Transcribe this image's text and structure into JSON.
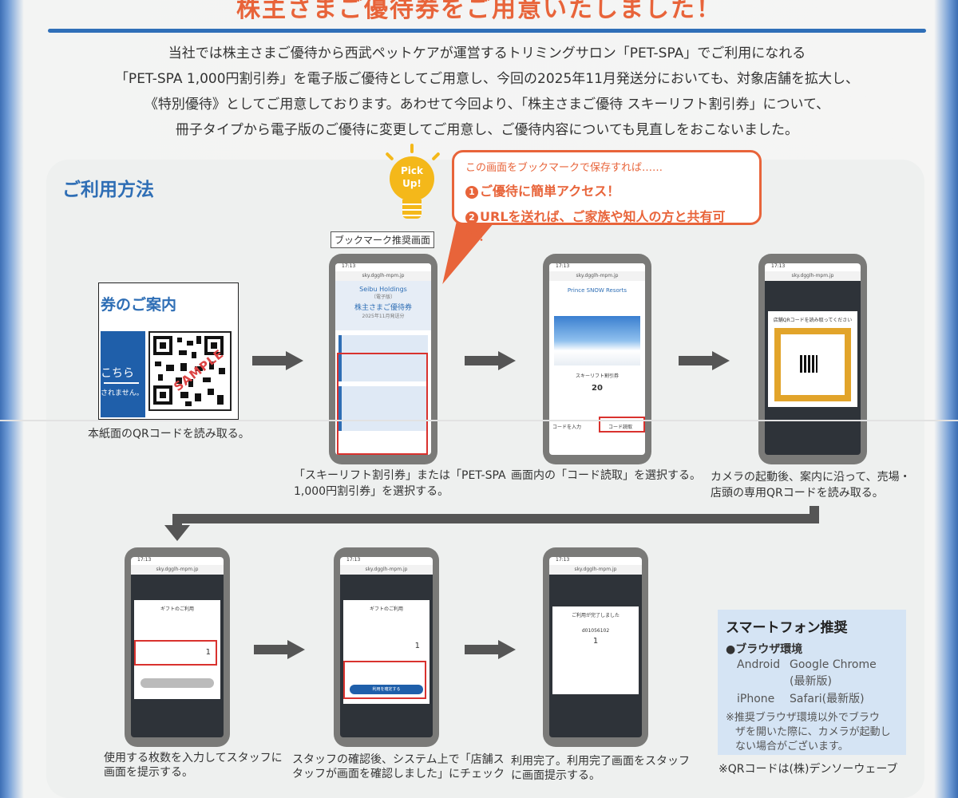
{
  "header": {
    "headline": "株主さまご優待券をご用意いたしました！"
  },
  "intro": {
    "lines": [
      "当社では株主さまご優待から西武ペットケアが運営するトリミングサロン「PET-SPA」でご利用になれる",
      "「PET-SPA 1,000円割引券」を電子版ご優待としてご用意し、今回の2025年11月発送分においても、対象店舗を拡大し、",
      "《特別優待》としてご用意しております。あわせて今回より、「株主さまご優待 スキーリフト割引券」について、",
      "冊子タイプから電子版のご優待に変更してご用意し、ご優待内容についても見直しをおこないました。"
    ]
  },
  "usage": {
    "title": "ご利用方法",
    "pickup": {
      "line1": "Pick",
      "line2": "Up!"
    },
    "callout": {
      "intro": "この画面をブックマークで保存すれば……",
      "point1_num": "1",
      "point1": "ご優待に簡単アクセス！",
      "point2_num": "2",
      "point2": "URLを送れば、ご家族や知人の方と共有可能！"
    },
    "bookmark_label": "ブックマーク推奨画面"
  },
  "qr_card": {
    "title": "券のご案内",
    "side_text_1": "こちら",
    "side_text_2": "されません。",
    "sample": "SAMPLE"
  },
  "phones": {
    "url": "sky.dgglh-mpm.jp",
    "time": "17:13",
    "p1": {
      "brand": "Seibu Holdings",
      "sub": "〔電子版〕",
      "title": "株主さまご優待券",
      "date": "2025年11月発送分"
    },
    "p2": {
      "brand": "Prince SNOW Resorts",
      "ticket": "スキーリフト割引券",
      "count": "20",
      "code_btn": "コード読取",
      "input_btn": "コードを入力"
    },
    "p3": {
      "label": "店舗QRコードを読み取ってください"
    },
    "p4": {
      "title": "ギフトのご利用",
      "qty": "1"
    },
    "p5": {
      "title": "ギフトのご利用",
      "qty": "1",
      "btn": "利用を確定する"
    },
    "p6": {
      "title": "ご利用が完了しました",
      "id": "d01056102",
      "qty": "1"
    }
  },
  "steps": [
    {
      "caption": "本紙面のQRコードを読み取る。"
    },
    {
      "caption_l1": "「スキーリフト割引券」または「PET-SPA",
      "caption_l2": "1,000円割引券」を選択する。"
    },
    {
      "caption": "画面内の「コード読取」を選択する。"
    },
    {
      "caption_l1": "カメラの起動後、案内に沿って、売場・",
      "caption_l2": "店頭の専用QRコードを読み取る。"
    },
    {
      "caption_l1": "使用する枚数を入力してスタッフに",
      "caption_l2": "画面を提示する。"
    },
    {
      "caption_l1": "スタッフの確認後、システム上で「店舗ス",
      "caption_l2": "タッフが画面を確認しました」にチェック"
    },
    {
      "caption_l1": "利用完了。利用完了画面をスタッフ",
      "caption_l2": "に画面提示する。"
    }
  ],
  "smartphone": {
    "heading": "スマートフォン推奨",
    "env_title": "●ブラウザ環境",
    "android_os": "Android",
    "android_browser": "Google Chrome",
    "android_note": "(最新版)",
    "iphone_os": "iPhone",
    "iphone_browser": "Safari(最新版)",
    "note_l1": "※推奨ブラウザ環境以外でブラウ",
    "note_l2": "ザを開いた際に、カメラが起動し",
    "note_l3": "ない場合がございます。"
  },
  "footnote": "※QRコードは(株)デンソーウェーブ",
  "colors": {
    "accent": "#e8643a",
    "brand_blue": "#2e6eb5",
    "highlight_red": "#d9322e"
  }
}
